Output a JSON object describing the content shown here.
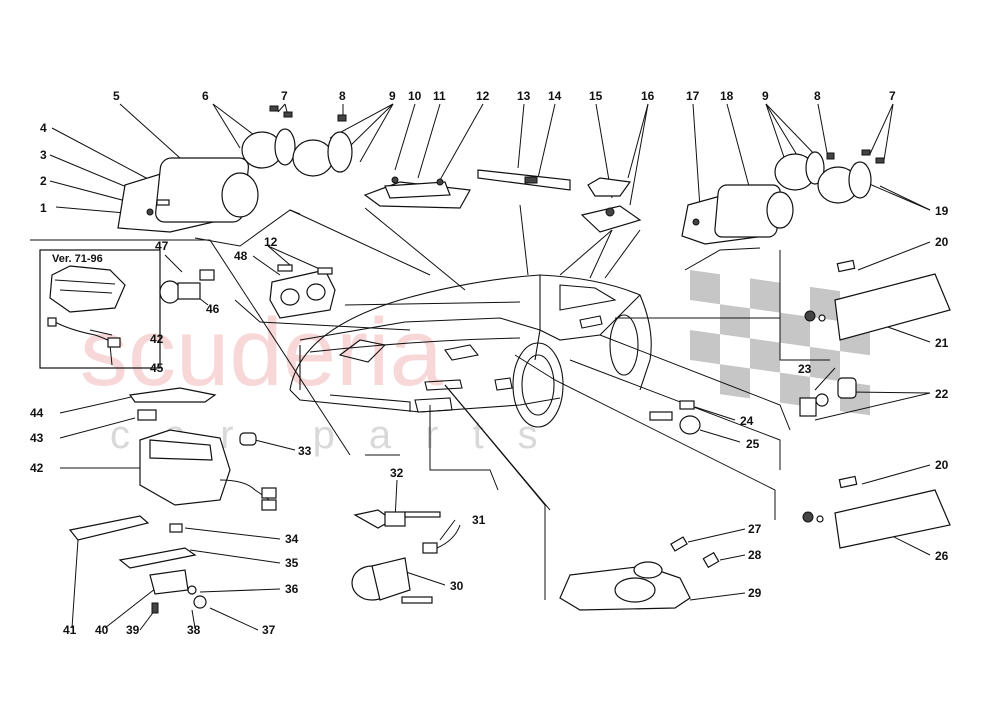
{
  "watermark": {
    "brand": "scuderia",
    "sub": "car parts"
  },
  "inset": {
    "label": "Ver. 71-96"
  },
  "callouts": [
    {
      "id": "c1",
      "text": "1"
    },
    {
      "id": "c2",
      "text": "2"
    },
    {
      "id": "c3",
      "text": "3"
    },
    {
      "id": "c4",
      "text": "4"
    },
    {
      "id": "c5",
      "text": "5"
    },
    {
      "id": "c6",
      "text": "6"
    },
    {
      "id": "c7a",
      "text": "7"
    },
    {
      "id": "c8a",
      "text": "8"
    },
    {
      "id": "c9a",
      "text": "9"
    },
    {
      "id": "c10",
      "text": "10"
    },
    {
      "id": "c11",
      "text": "11"
    },
    {
      "id": "c12a",
      "text": "12"
    },
    {
      "id": "c13",
      "text": "13"
    },
    {
      "id": "c14",
      "text": "14"
    },
    {
      "id": "c15",
      "text": "15"
    },
    {
      "id": "c16",
      "text": "16"
    },
    {
      "id": "c17",
      "text": "17"
    },
    {
      "id": "c18",
      "text": "18"
    },
    {
      "id": "c9b",
      "text": "9"
    },
    {
      "id": "c8b",
      "text": "8"
    },
    {
      "id": "c7b",
      "text": "7"
    },
    {
      "id": "c19",
      "text": "19"
    },
    {
      "id": "c20a",
      "text": "20"
    },
    {
      "id": "c21",
      "text": "21"
    },
    {
      "id": "c23",
      "text": "23"
    },
    {
      "id": "c22",
      "text": "22"
    },
    {
      "id": "c24",
      "text": "24"
    },
    {
      "id": "c25",
      "text": "25"
    },
    {
      "id": "c20b",
      "text": "20"
    },
    {
      "id": "c26",
      "text": "26"
    },
    {
      "id": "c27",
      "text": "27"
    },
    {
      "id": "c28",
      "text": "28"
    },
    {
      "id": "c29",
      "text": "29"
    },
    {
      "id": "c30",
      "text": "30"
    },
    {
      "id": "c31",
      "text": "31"
    },
    {
      "id": "c32",
      "text": "32"
    },
    {
      "id": "c33",
      "text": "33"
    },
    {
      "id": "c34",
      "text": "34"
    },
    {
      "id": "c35",
      "text": "35"
    },
    {
      "id": "c36",
      "text": "36"
    },
    {
      "id": "c37",
      "text": "37"
    },
    {
      "id": "c38",
      "text": "38"
    },
    {
      "id": "c39",
      "text": "39"
    },
    {
      "id": "c40",
      "text": "40"
    },
    {
      "id": "c41",
      "text": "41"
    },
    {
      "id": "c42a",
      "text": "42"
    },
    {
      "id": "c42b",
      "text": "42"
    },
    {
      "id": "c43",
      "text": "43"
    },
    {
      "id": "c44",
      "text": "44"
    },
    {
      "id": "c45",
      "text": "45"
    },
    {
      "id": "c46",
      "text": "46"
    },
    {
      "id": "c47",
      "text": "47"
    },
    {
      "id": "c48",
      "text": "48"
    },
    {
      "id": "c12b",
      "text": "12"
    }
  ]
}
